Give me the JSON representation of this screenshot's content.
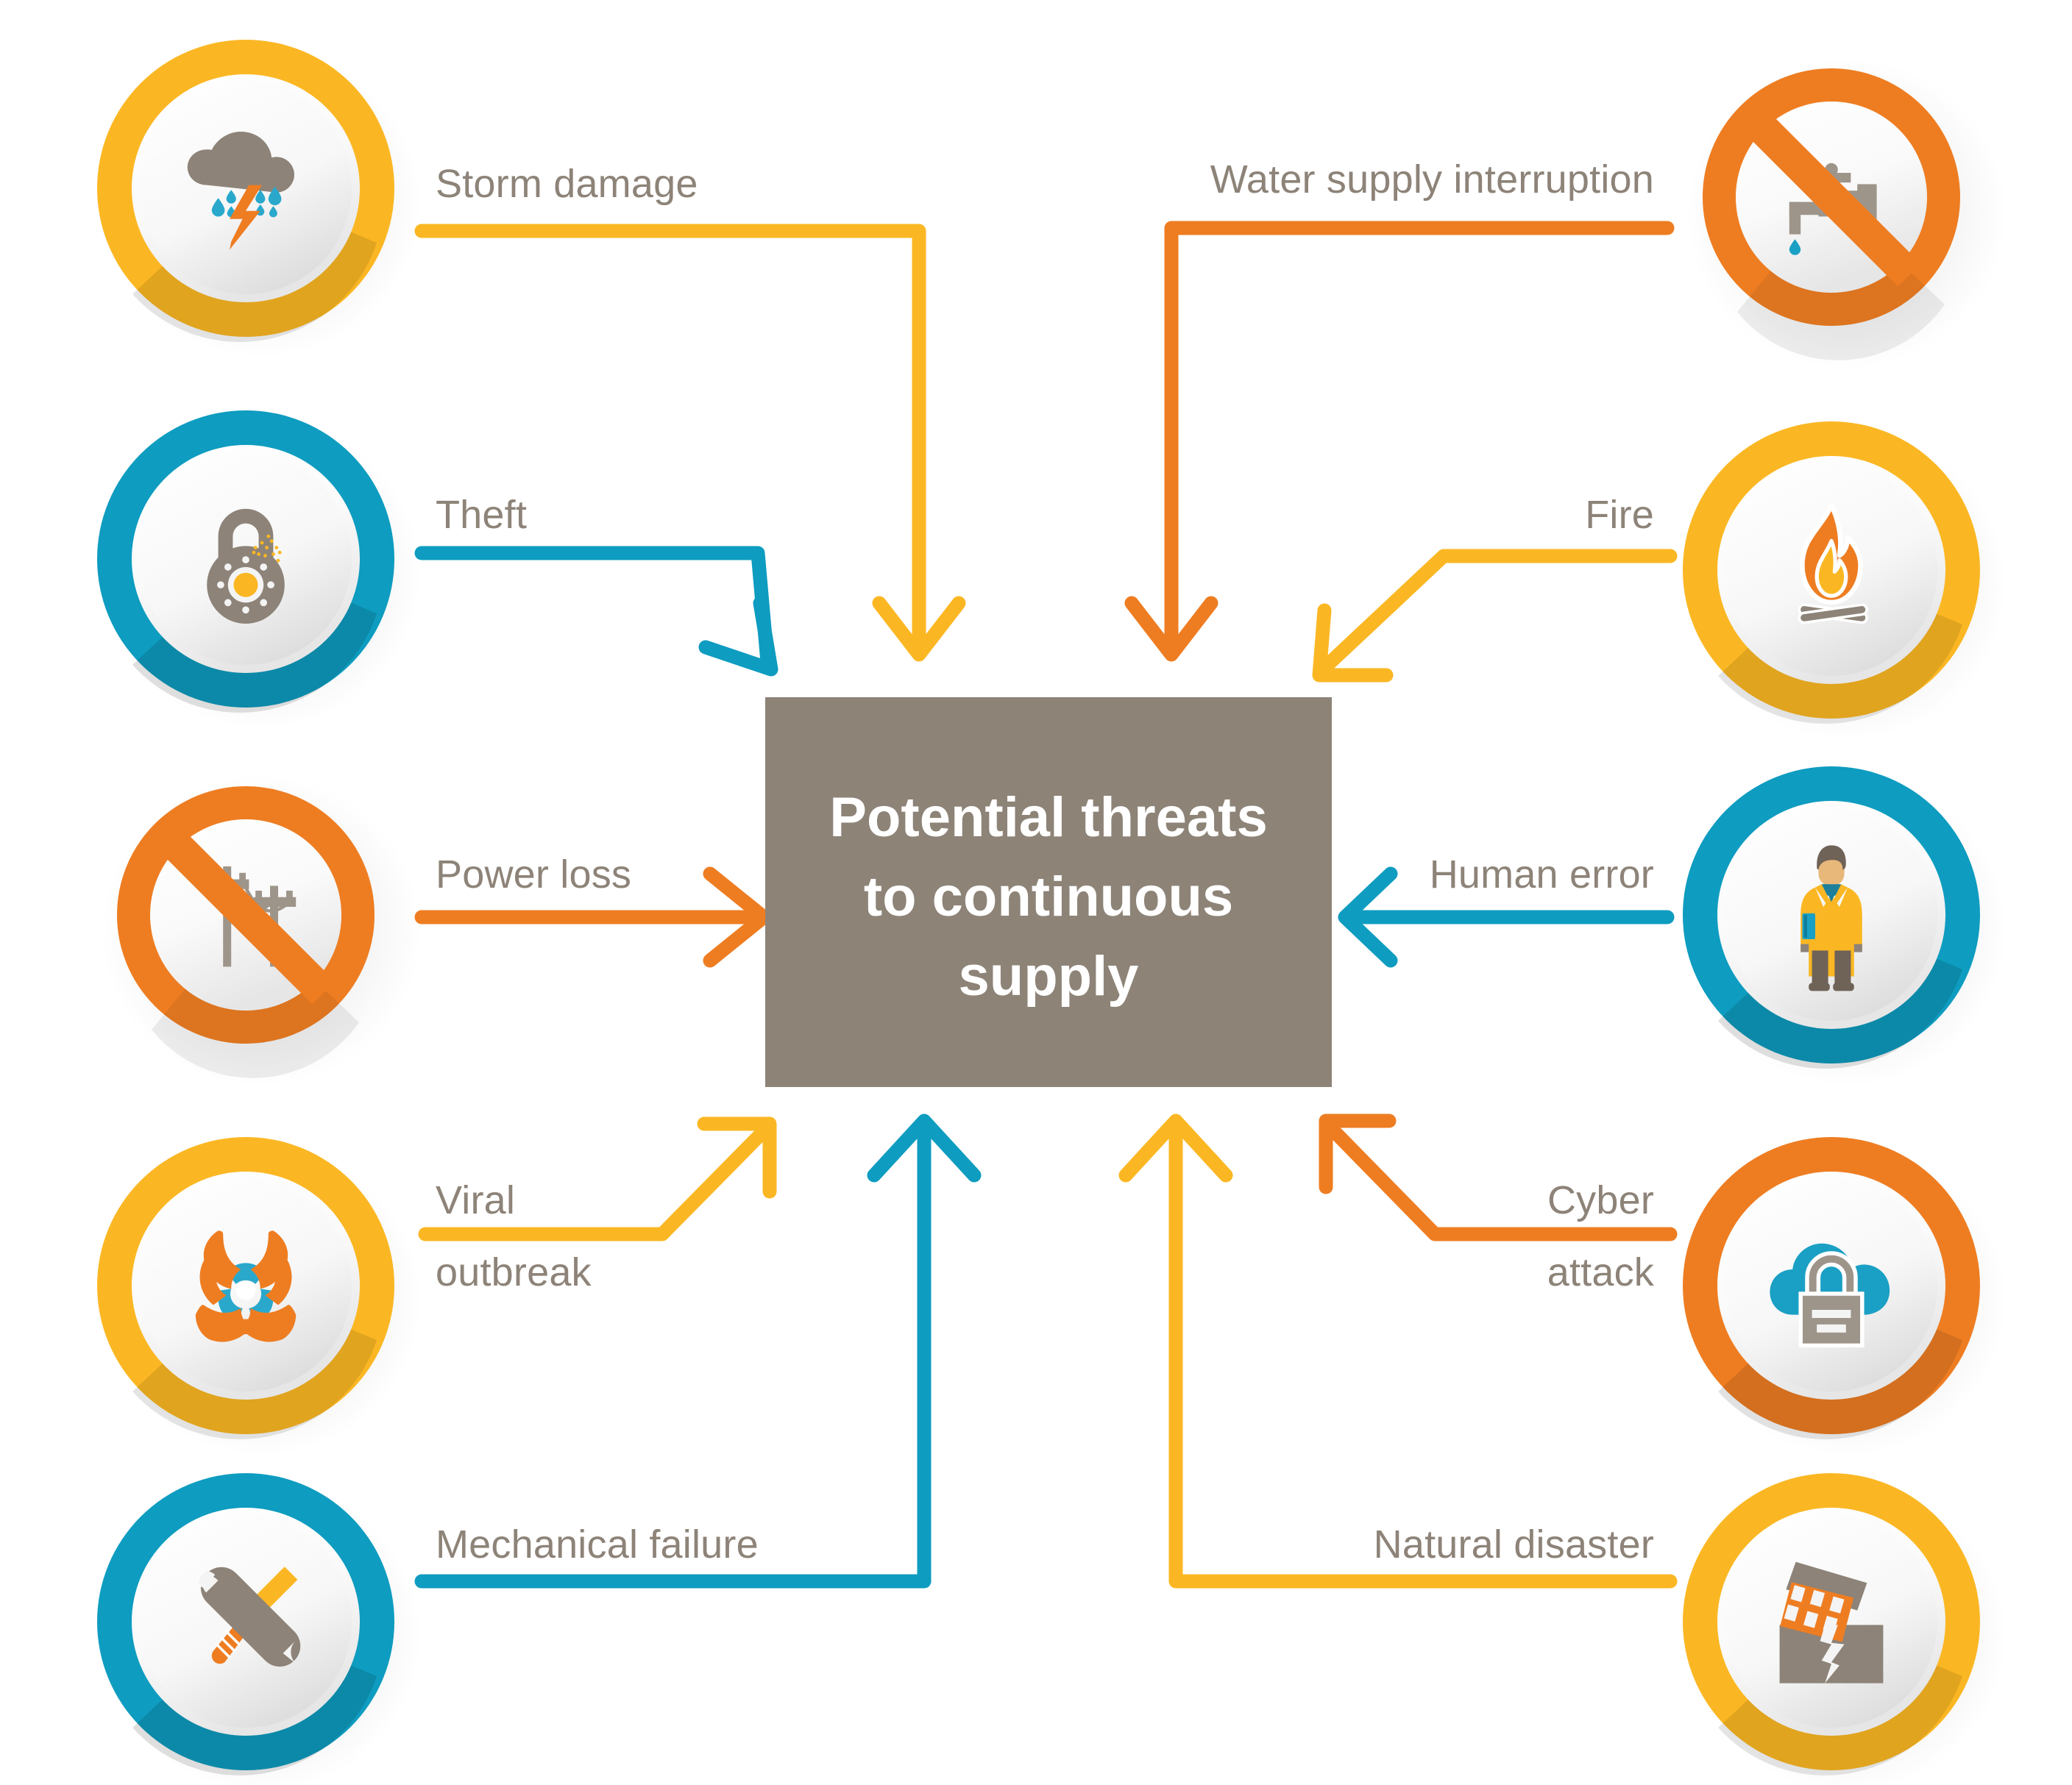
{
  "center": {
    "title_lines": [
      "Potential threats",
      "to continuous",
      "supply"
    ],
    "box_color": "#8d8377",
    "text_color": "#ffffff"
  },
  "palette": {
    "amber": "#fbb723",
    "yellow": "#f9c132",
    "orange": "#ee7d22",
    "teal": "#0e9cc0",
    "gray": "#8d8378",
    "white": "#ffffff",
    "light_gray": "#f2f2f2"
  },
  "threats": {
    "left": [
      {
        "label": "Storm damage",
        "icon": "storm-cloud-lightning-icon",
        "ring_color": "#fbb723",
        "arrow_color": "#fbb723"
      },
      {
        "label": "Theft",
        "icon": "broken-padlock-icon",
        "ring_color": "#0e9cc0",
        "arrow_color": "#0e9cc0"
      },
      {
        "label": "Power loss",
        "icon": "no-power-lines-icon",
        "ring_color": "#ee7d22",
        "arrow_color": "#ee7d22"
      },
      {
        "label": "Viral outbreak",
        "label_line1": "Viral",
        "label_line2": "outbreak",
        "icon": "biohazard-icon",
        "ring_color": "#fbb723",
        "arrow_color": "#fbb723"
      },
      {
        "label": "Mechanical failure",
        "icon": "wrench-screwdriver-icon",
        "ring_color": "#0e9cc0",
        "arrow_color": "#0e9cc0"
      }
    ],
    "right": [
      {
        "label": "Water supply interruption",
        "icon": "no-water-tap-icon",
        "ring_color": "#ee7d22",
        "arrow_color": "#ee7d22"
      },
      {
        "label": "Fire",
        "icon": "campfire-flame-icon",
        "ring_color": "#fbb723",
        "arrow_color": "#fbb723"
      },
      {
        "label": "Human error",
        "icon": "person-lab-coat-icon",
        "ring_color": "#0e9cc0",
        "arrow_color": "#0e9cc0"
      },
      {
        "label": "Cyber attack",
        "label_line1": "Cyber",
        "label_line2": "attack",
        "icon": "cloud-padlock-icon",
        "ring_color": "#ee7d22",
        "arrow_color": "#ee7d22"
      },
      {
        "label": "Natural disaster",
        "icon": "earthquake-building-icon",
        "ring_color": "#fbb723",
        "arrow_color": "#fbb723"
      }
    ]
  }
}
